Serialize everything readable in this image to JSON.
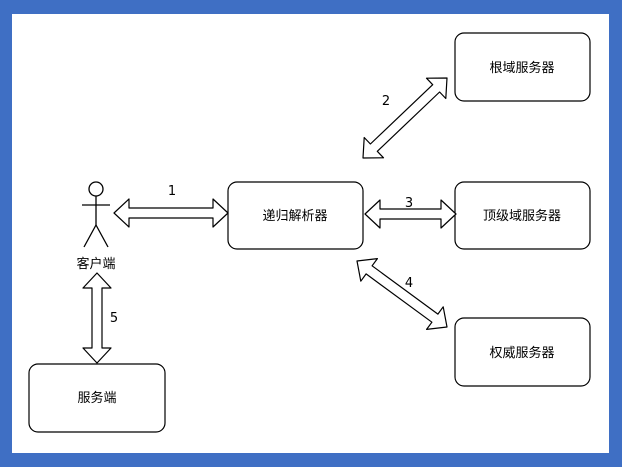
{
  "nodes": {
    "root": "根域服务器",
    "tld": "顶级域服务器",
    "auth": "权威服务器",
    "resolver": "递归解析器",
    "client": "客户端",
    "server": "服务端"
  },
  "edges": {
    "e1": "1",
    "e2": "2",
    "e3": "3",
    "e4": "4",
    "e5": "5"
  }
}
